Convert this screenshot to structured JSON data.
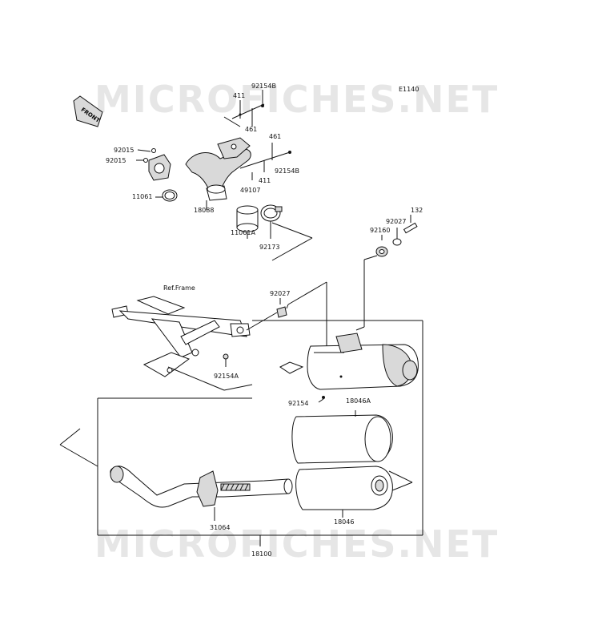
{
  "watermark": "MICROFICHES.NET",
  "diagram_code": "E1140",
  "front_marker": "FRONT",
  "ref_label": "Ref.Frame",
  "labels": {
    "p92154B_top": "92154B",
    "p411_top": "411",
    "p461_top": "461",
    "p461_mid": "461",
    "p92154B_mid": "92154B",
    "p411_mid": "411",
    "p92015_a": "92015",
    "p92015_b": "92015",
    "p11061": "11061",
    "p18088": "18088",
    "p49107": "49107",
    "p11061A": "11061A",
    "p92173": "92173",
    "p132": "132",
    "p92027_top": "92027",
    "p92160": "92160",
    "p92027_mid": "92027",
    "p92154A": "92154A",
    "p92154": "92154",
    "p18046A": "18046A",
    "p31064": "31064",
    "p18046": "18046",
    "p18100": "18100"
  }
}
